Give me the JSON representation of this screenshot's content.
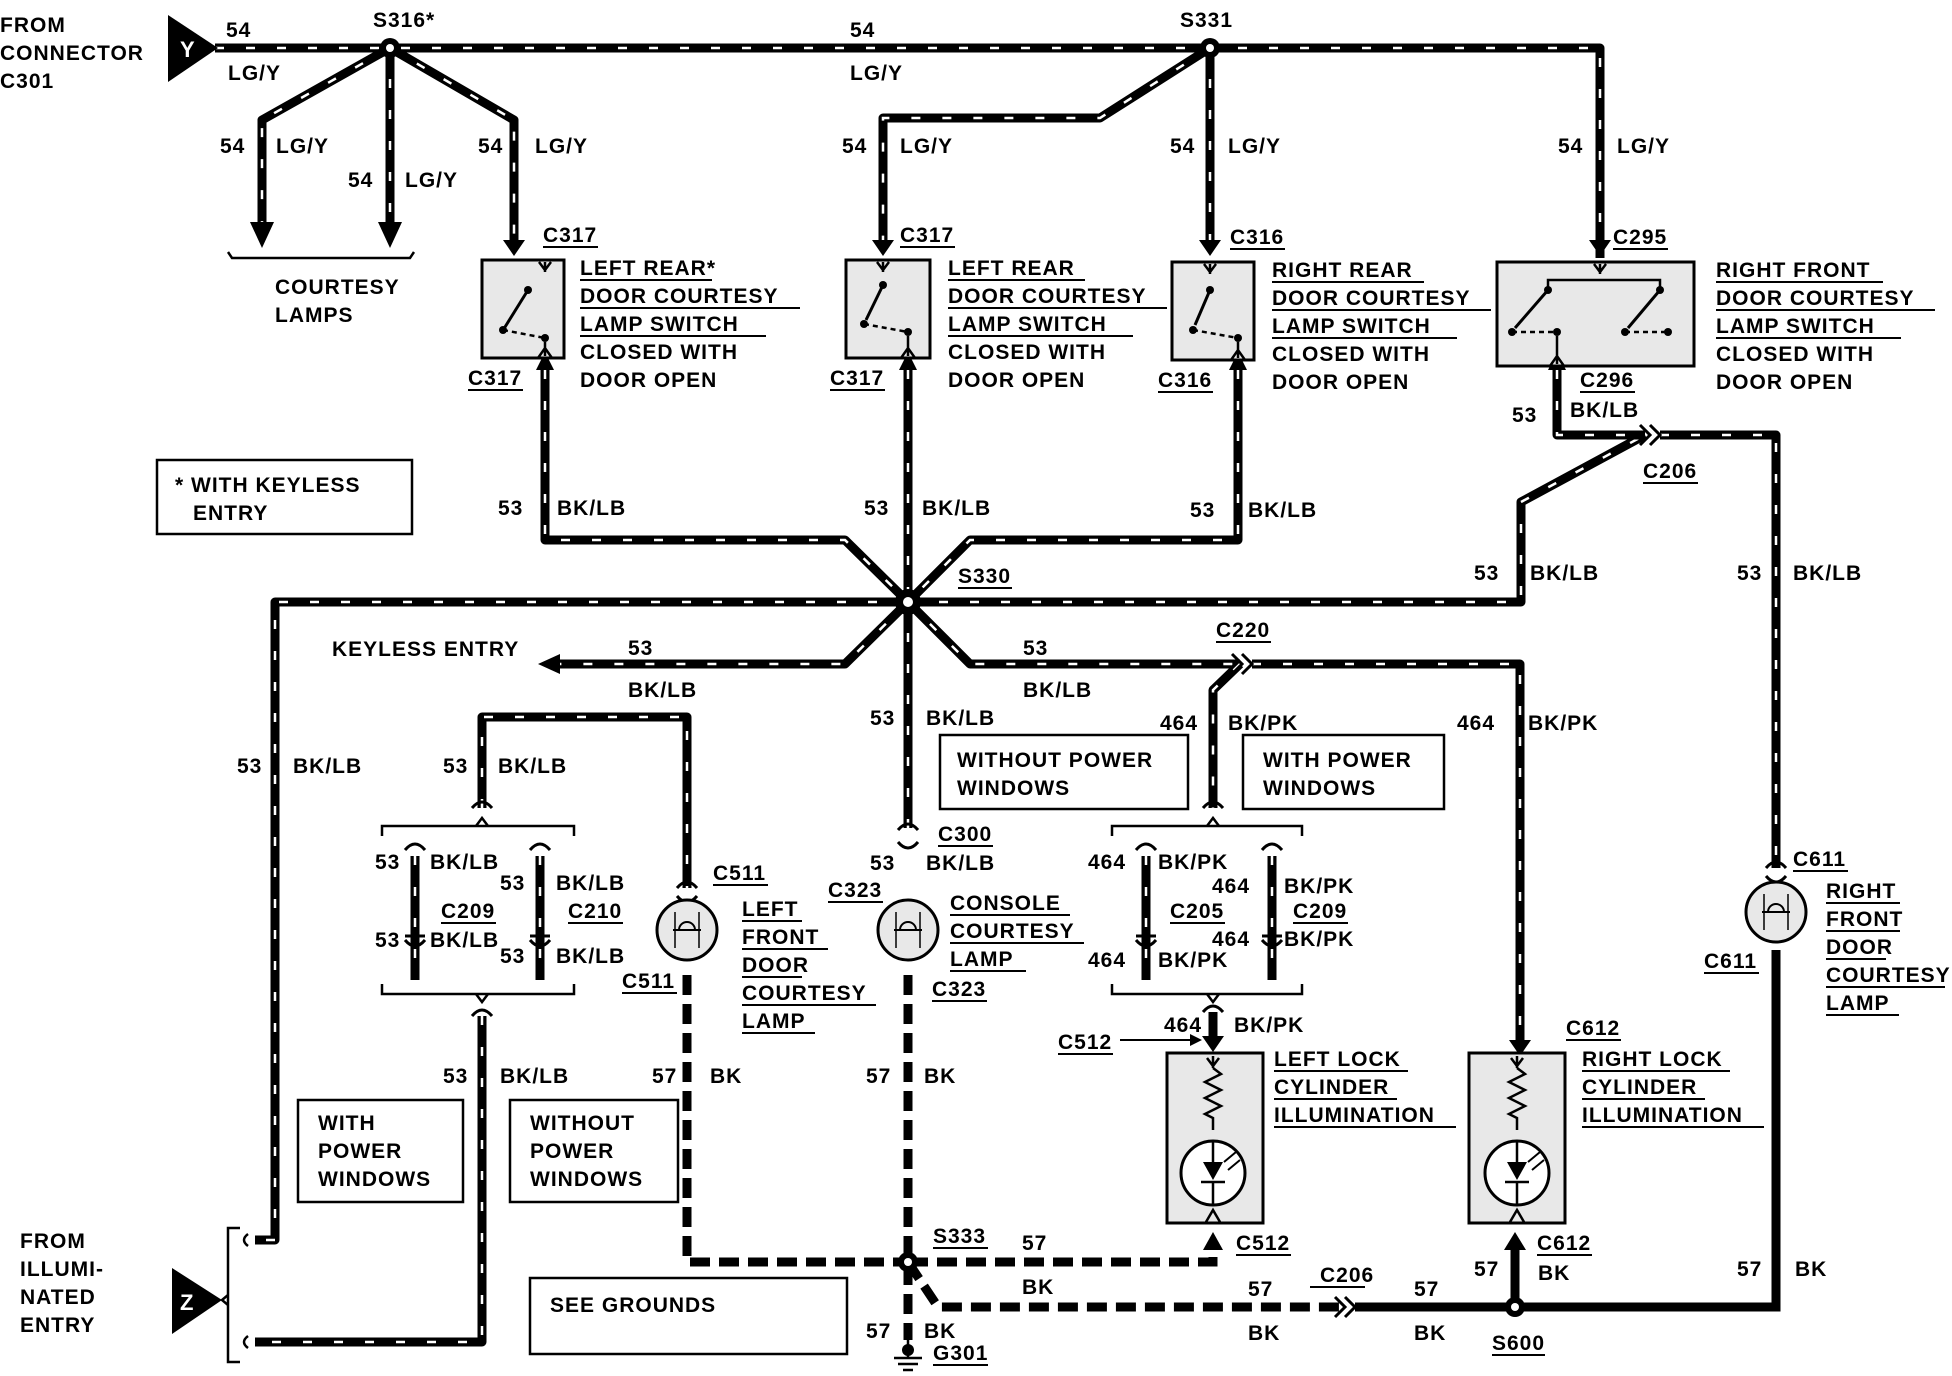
{
  "connectors_in": {
    "y_letter": "Y",
    "y_label": [
      "FROM",
      "CONNECTOR",
      "C301"
    ],
    "z_letter": "Z",
    "z_label": [
      "FROM",
      "ILLUMI-",
      "NATED",
      "ENTRY"
    ]
  },
  "splices": {
    "s316": "S316*",
    "s331": "S331",
    "s330": "S330",
    "s333": "S333",
    "s600": "S600"
  },
  "wires": {
    "w54": "54",
    "lgy": "LG/Y",
    "w53": "53",
    "bklb": "BK/LB",
    "w57": "57",
    "bk": "BK",
    "w464": "464",
    "bkpk": "BK/PK"
  },
  "switches": [
    {
      "top": "C317",
      "bottom": "C317",
      "lines": [
        "LEFT REAR*",
        "DOOR COURTESY",
        "LAMP SWITCH",
        "CLOSED WITH",
        "DOOR OPEN"
      ]
    },
    {
      "top": "C317",
      "bottom": "C317",
      "lines": [
        "LEFT REAR",
        "DOOR COURTESY",
        "LAMP SWITCH",
        "CLOSED WITH",
        "DOOR OPEN"
      ]
    },
    {
      "top": "C316",
      "bottom": "C316",
      "lines": [
        "RIGHT REAR",
        "DOOR COURTESY",
        "LAMP SWITCH",
        "CLOSED WITH",
        "DOOR OPEN"
      ]
    },
    {
      "top": "C295",
      "bottom": "C296",
      "lines": [
        "RIGHT FRONT",
        "DOOR COURTESY",
        "LAMP SWITCH",
        "CLOSED WITH",
        "DOOR OPEN"
      ]
    }
  ],
  "courtesy_lamps": [
    "COURTESY",
    "LAMPS"
  ],
  "keyless_note": [
    "* WITH KEYLESS",
    "ENTRY"
  ],
  "keyless_entry": "KEYLESS ENTRY",
  "connectors": {
    "c206": "C206",
    "c220": "C220",
    "c300": "C300",
    "c323": "C323",
    "c511": "C511",
    "c209": "C209",
    "c210": "C210",
    "c205": "C205",
    "c512": "C512",
    "c612": "C612",
    "c611": "C611",
    "g301": "G301"
  },
  "lamps": {
    "left_front": [
      "LEFT",
      "FRONT",
      "DOOR",
      "COURTESY",
      "LAMP"
    ],
    "console": [
      "CONSOLE",
      "COURTESY",
      "LAMP"
    ],
    "right_front": [
      "RIGHT",
      "FRONT",
      "DOOR",
      "COURTESY",
      "LAMP"
    ]
  },
  "illumination": {
    "left": [
      "LEFT LOCK",
      "CYLINDER",
      "ILLUMINATION"
    ],
    "right": [
      "RIGHT LOCK",
      "CYLINDER",
      "ILLUMINATION"
    ]
  },
  "notes": {
    "without_pw": [
      "WITHOUT POWER",
      "WINDOWS"
    ],
    "with_pw": [
      "WITH POWER",
      "WINDOWS"
    ],
    "with_pw_left": [
      "WITH",
      "POWER",
      "WINDOWS"
    ],
    "without_pw_left": [
      "WITHOUT",
      "POWER",
      "WINDOWS"
    ],
    "see_grounds": "SEE GROUNDS"
  }
}
